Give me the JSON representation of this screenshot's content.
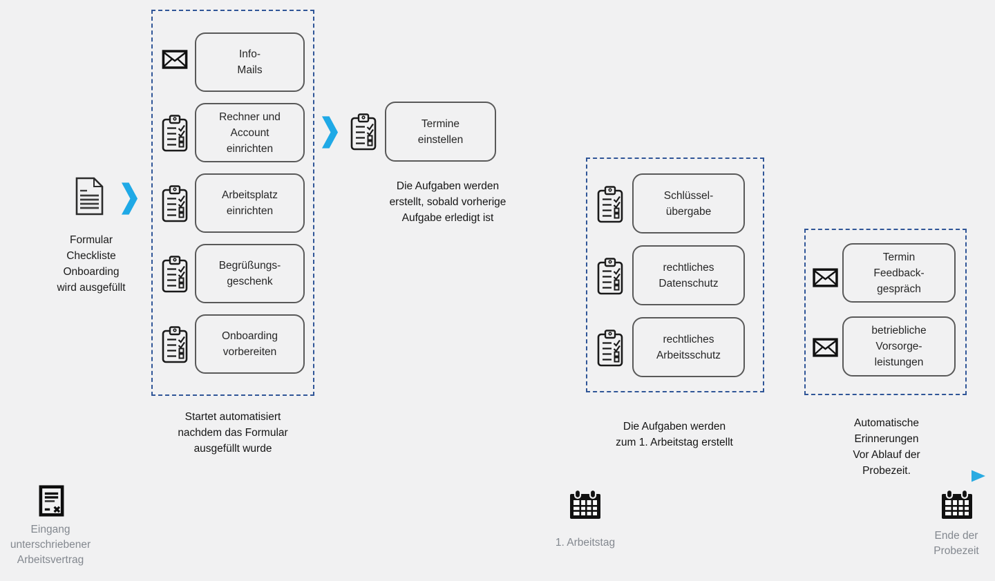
{
  "colors": {
    "background": "#f1f1f2",
    "dashed_border": "#2f5597",
    "box_border": "#595959",
    "accent_cyan": "#1fa9e6",
    "gray_label": "#83888f",
    "icon_black": "#1a1a1a"
  },
  "icons": {
    "start": "document-icon",
    "mail": "mail-icon",
    "task": "checklist-icon",
    "milestone": "calendar-icon",
    "contract": "signed-contract-icon",
    "arrow": "chevron-right-icon"
  },
  "start": {
    "label": "Formular\nCheckliste\nOnboarding\nwird ausgefüllt"
  },
  "group1": {
    "items": [
      {
        "icon": "mail-icon",
        "label": "Info-\nMails"
      },
      {
        "icon": "checklist-icon",
        "label": "Rechner und\nAccount\neinrichten"
      },
      {
        "icon": "checklist-icon",
        "label": "Arbeitsplatz\neinrichten"
      },
      {
        "icon": "checklist-icon",
        "label": "Begrüßungs-\ngeschenk"
      },
      {
        "icon": "checklist-icon",
        "label": "Onboarding\nvorbereiten"
      }
    ],
    "caption": "Startet automatisiert\nnachdem das Formular\nausgefüllt wurde"
  },
  "step2": {
    "label": "Termine\neinstellen",
    "caption": "Die Aufgaben werden\nerstellt, sobald vorherige\nAufgabe erledigt ist"
  },
  "group2": {
    "items": [
      {
        "icon": "checklist-icon",
        "label": "Schlüssel-\nübergabe"
      },
      {
        "icon": "checklist-icon",
        "label": "rechtliches\nDatenschutz"
      },
      {
        "icon": "checklist-icon",
        "label": "rechtliches\nArbeitsschutz"
      }
    ],
    "caption": "Die Aufgaben werden\nzum 1. Arbeitstag erstellt"
  },
  "group3": {
    "items": [
      {
        "icon": "mail-icon",
        "label": "Termin\nFeedback-\ngespräch"
      },
      {
        "icon": "mail-icon",
        "label": "betriebliche\nVorsorge-\nleistungen"
      }
    ],
    "caption": "Automatische Erinnerungen\nVor Ablauf der Probezeit."
  },
  "timeline": {
    "milestones": [
      {
        "icon": "signed-contract-icon",
        "label": "Eingang\nunterschriebener\nArbeitsvertrag"
      },
      {
        "icon": "calendar-icon",
        "label": "1. Arbeitstag"
      },
      {
        "icon": "calendar-icon",
        "label": "Ende der\nProbezeit"
      }
    ]
  }
}
